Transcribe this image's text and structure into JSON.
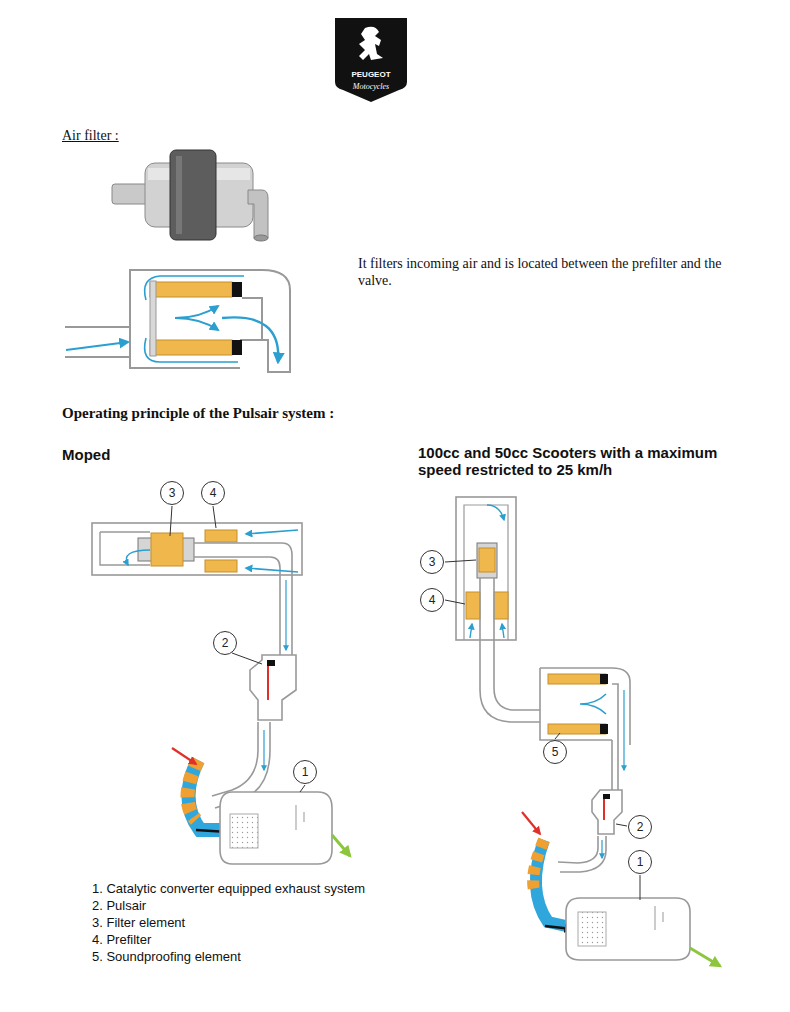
{
  "diagram": {
    "nodes": [
      {
        "text": [
          "PEUGEOT",
          "Motocycles"
        ]
      },
      {
        "text": [
          "3"
        ]
      },
      {
        "text": [
          "4"
        ]
      },
      {
        "text": [
          "2"
        ]
      },
      {
        "text": [
          "1"
        ]
      },
      {
        "text": [
          "3"
        ]
      },
      {
        "text": [
          "4"
        ]
      },
      {
        "text": [
          "5"
        ]
      },
      {
        "text": [
          "2"
        ]
      },
      {
        "text": [
          "1"
        ]
      }
    ],
    "labels": [
      "Air filter :",
      "It filters incoming air and is located between the prefilter and the valve.",
      "Operating principle of the Pulsair system :",
      "Moped",
      "100cc and 50cc Scooters with a maximum speed restricted to 25 km/h",
      "1. Catalytic converter equipped exhaust system",
      "2. Pulsair",
      "3. Filter element",
      "4. Prefilter",
      "5. Soundproofing element"
    ]
  }
}
